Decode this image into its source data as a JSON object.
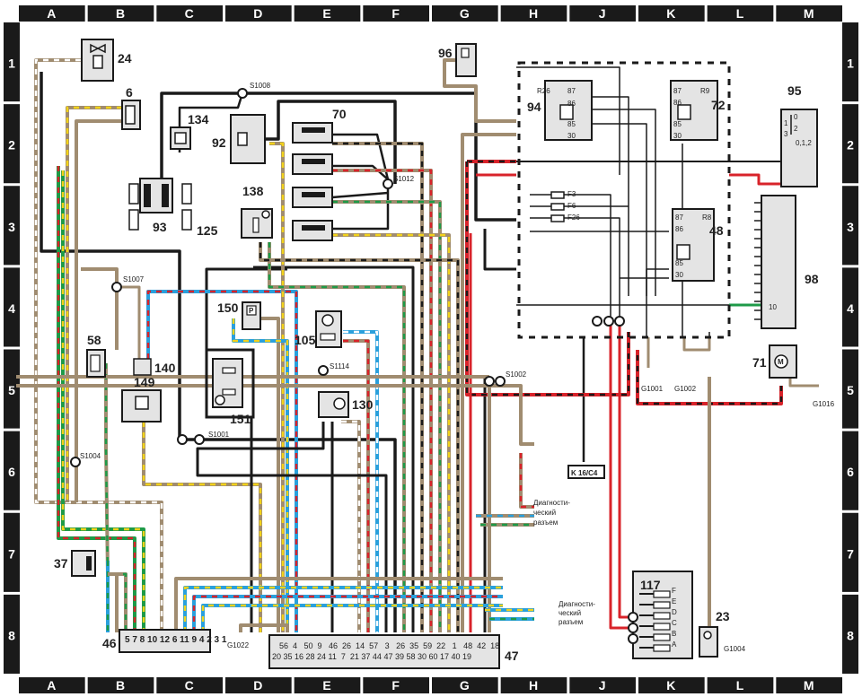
{
  "grid": {
    "columns": [
      "A",
      "B",
      "C",
      "D",
      "E",
      "F",
      "G",
      "H",
      "J",
      "K",
      "L",
      "M"
    ],
    "rows": [
      "1",
      "2",
      "3",
      "4",
      "5",
      "6",
      "7",
      "8"
    ]
  },
  "components": {
    "c24": "24",
    "c6": "6",
    "c134": "134",
    "c92": "92",
    "c70": "70",
    "c93": "93",
    "c125": "125",
    "c138": "138",
    "c96": "96",
    "c94": "94",
    "c72": "72",
    "c95": "95",
    "c48": "48",
    "c98": "98",
    "c58": "58",
    "c140": "140",
    "c149": "149",
    "c150": "150",
    "c151": "151",
    "c105": "105",
    "c130": "130",
    "c71": "71",
    "c37": "37",
    "c46": "46",
    "c47": "47",
    "c117": "117",
    "c23": "23",
    "k16": "K 16/C4"
  },
  "splices": {
    "s1008": "S1008",
    "s1012": "S1012",
    "s1007": "S1007",
    "s1114": "S1114",
    "s1002": "S1002",
    "s1001": "S1001",
    "s1004": "S1004"
  },
  "grounds": {
    "g1001": "G1001",
    "g1002": "G1002",
    "g1016": "G1016",
    "g1022": "G1022",
    "g1004": "G1004"
  },
  "relays": {
    "r94": {
      "code": "R26",
      "pins": [
        "87",
        "86",
        "85",
        "30"
      ]
    },
    "r72": {
      "code": "R9",
      "pins": [
        "87",
        "86",
        "85",
        "30"
      ]
    },
    "r48": {
      "code": "R8",
      "pins": [
        "87",
        "86",
        "85",
        "30"
      ]
    }
  },
  "fuses": [
    "F3",
    "F6",
    "F26"
  ],
  "switch95_positions": [
    "0",
    "1",
    "2",
    "3",
    "0,1,2"
  ],
  "ecu98_pin": "10",
  "fusebox117_slots": [
    "F",
    "E",
    "D",
    "C",
    "B",
    "A"
  ],
  "connector46_pins": "5 7 8 10 12 6 11 9 4 2 3 1",
  "connector47_top": "56  4   50  9   46  26  14  57   3   26  35  59  22   1   48  42  18",
  "connector47_bottom": "20 35 16 28 24 11  7  21 37 44 47 39 58 30 60 17 40 19",
  "diag_label": [
    "Диагности-",
    "ческий",
    "разъем"
  ],
  "colors": {
    "brown": "#a08c70",
    "black": "#1a1a1a",
    "red": "#d8232a",
    "green": "#1e9a48",
    "yellow": "#f2d21b",
    "blue": "#2aa0dc",
    "white": "#ffffff",
    "box": "#e4e4e4",
    "frame": "#1a1a1a"
  }
}
